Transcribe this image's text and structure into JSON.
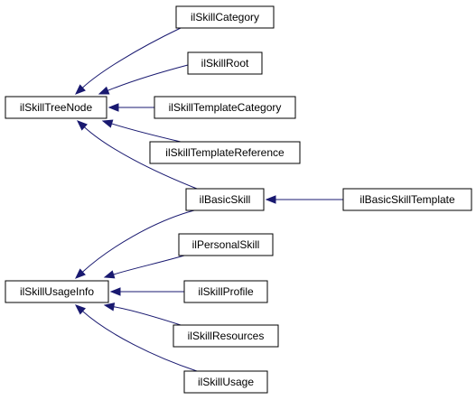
{
  "diagram": {
    "edge_color": "#191970",
    "nodes": {
      "skill_category": "ilSkillCategory",
      "skill_root": "ilSkillRoot",
      "skill_template_category": "ilSkillTemplateCategory",
      "skill_template_reference": "ilSkillTemplateReference",
      "basic_skill": "ilBasicSkill",
      "basic_skill_template": "ilBasicSkillTemplate",
      "skill_tree_node": "ilSkillTreeNode",
      "personal_skill": "ilPersonalSkill",
      "skill_profile": "ilSkillProfile",
      "skill_resources": "ilSkillResources",
      "skill_usage": "ilSkillUsage",
      "skill_usage_info": "ilSkillUsageInfo"
    },
    "edges": [
      {
        "from": "skill_category",
        "to": "skill_tree_node"
      },
      {
        "from": "skill_root",
        "to": "skill_tree_node"
      },
      {
        "from": "skill_template_category",
        "to": "skill_tree_node"
      },
      {
        "from": "skill_template_reference",
        "to": "skill_tree_node"
      },
      {
        "from": "basic_skill",
        "to": "skill_tree_node"
      },
      {
        "from": "basic_skill_template",
        "to": "basic_skill"
      },
      {
        "from": "basic_skill",
        "to": "skill_usage_info"
      },
      {
        "from": "personal_skill",
        "to": "skill_usage_info"
      },
      {
        "from": "skill_profile",
        "to": "skill_usage_info"
      },
      {
        "from": "skill_resources",
        "to": "skill_usage_info"
      },
      {
        "from": "skill_usage",
        "to": "skill_usage_info"
      }
    ]
  }
}
